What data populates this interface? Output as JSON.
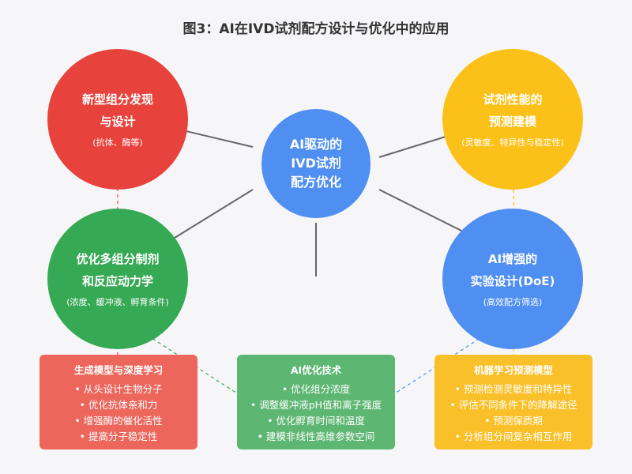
{
  "title": "图3：AI在IVD试剂配方设计与优化中的应用",
  "center": {
    "lines": [
      "AI驱动的",
      "IVD试剂",
      "配方优化"
    ]
  },
  "nodes": {
    "top_left": {
      "lines": [
        "新型组分发现",
        "与设计"
      ],
      "sub": "(抗体、酶等)"
    },
    "top_right": {
      "lines": [
        "试剂性能的",
        "预测建模"
      ],
      "sub": "(灵敏度、特异性与稳定性)"
    },
    "bottom_left": {
      "lines": [
        "优化多组分制剂",
        "和反应动力学"
      ],
      "sub": "(浓度、缓冲液、孵育条件)"
    },
    "bottom_right": {
      "lines": [
        "AI增强的",
        "实验设计(DoE)"
      ],
      "sub": "(高效配方筛选)"
    }
  },
  "boxes": [
    {
      "heading": "生成模型与深度学习",
      "items": [
        "• 从头设计生物分子",
        "• 优化抗体亲和力",
        "• 增强酶的催化活性",
        "• 提高分子稳定性"
      ]
    },
    {
      "heading": "AI优化技术",
      "items": [
        "• 优化组分浓度",
        "• 调整缓冲液pH值和离子强度",
        "• 优化孵育时间和温度",
        "• 建模非线性高维参数空间"
      ]
    },
    {
      "heading": "机器学习预测模型",
      "items": [
        "• 预测检测灵敏度和特异性",
        "• 评估不同条件下的降解途径",
        "• 预测保质期",
        "• 分析组分间复杂相互作用"
      ]
    }
  ],
  "colors": {
    "red": "#e8423c",
    "yellow": "#fbc118",
    "green": "#36a955",
    "blue": "#4f8ff1",
    "box_red": "#ec665c",
    "box_green": "#5db672",
    "box_yellow": "#f9c02a"
  }
}
